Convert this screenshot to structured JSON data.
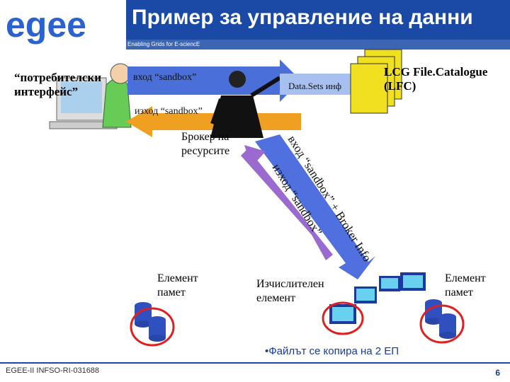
{
  "header": {
    "logo_text": "egee",
    "title": "Пример за управление на данни",
    "subtitle": "Enabling Grids for E-sciencE",
    "band_color": "#1a4aa6"
  },
  "labels": {
    "user_interface": [
      "“потребителски",
      "интерфейс”"
    ],
    "input_sandbox": "вход “sandbox”",
    "output_sandbox": "изход “sandbox”",
    "datasets_info": "Data.Sets инф",
    "lfc": [
      "LCG File.Catalogue",
      "(LFC)"
    ],
    "resource_broker": [
      "Брокер на",
      "ресурсите"
    ],
    "diag_input": "вход “sandbox” + Broker Info",
    "diag_output": "изход “sandbox”",
    "storage_left": [
      "Елемент",
      "памет"
    ],
    "compute_element": [
      "Изчислителен",
      "елемент"
    ],
    "storage_right": [
      "Елемент",
      "памет"
    ],
    "note": "•Файлът се копира на 2 ЕП"
  },
  "footer": {
    "left": "EGEE-II INFSO-RI-031688",
    "page": "6"
  },
  "colors": {
    "arrow_blue": "#4a6fd8",
    "arrow_orange": "#f0a020",
    "arrow_purple": "#9a6ad0",
    "cylinder": "#3050c0",
    "catalogue": "#f0e020",
    "circle": "#e02020",
    "note": "#1a3aa0"
  }
}
